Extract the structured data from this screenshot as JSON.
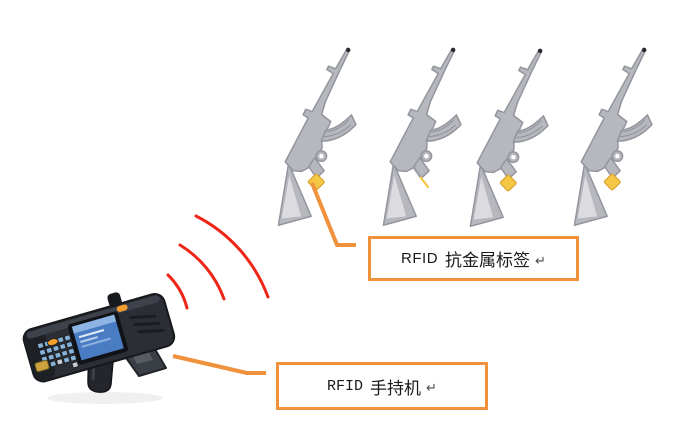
{
  "colors": {
    "background": "#ffffff",
    "accent_orange": "#f0913c",
    "wave_red": "#ee2517",
    "tag_yellow": "#f4c845",
    "tag_border": "#dba12f",
    "rifle_gray": "#b7b8be",
    "rifle_outline": "#93959e",
    "rifle_inner": "#dcdce0",
    "device_body": "#2b2e34",
    "screen_blue": "#4a7cc4"
  },
  "tag_label_box": {
    "prefix": "RFID",
    "text": "抗金属标签",
    "return_mark": "↵"
  },
  "reader_label_box": {
    "prefix": "RFID",
    "text": "手持机",
    "return_mark": "↵"
  }
}
